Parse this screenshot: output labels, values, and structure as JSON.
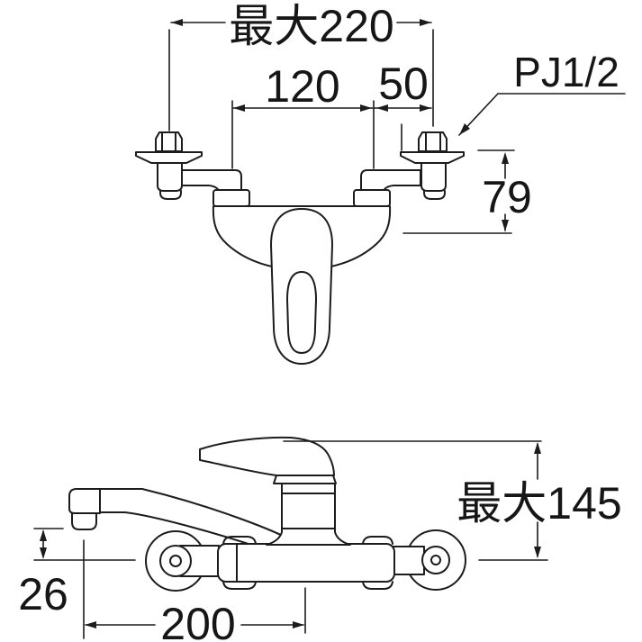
{
  "drawing": {
    "type": "faucet-spec-diagram",
    "background": "#ffffff",
    "line_color": "#1c1c1c",
    "front_view": {
      "dim_max_width": "最大220",
      "dim_center_spacing": "120",
      "dim_eccentric_offset": "50",
      "thread_label": "PJ1/2",
      "dim_depth": "79"
    },
    "side_view": {
      "dim_max_height": "最大145",
      "dim_spout_drop": "26",
      "dim_spout_reach": "200"
    }
  }
}
